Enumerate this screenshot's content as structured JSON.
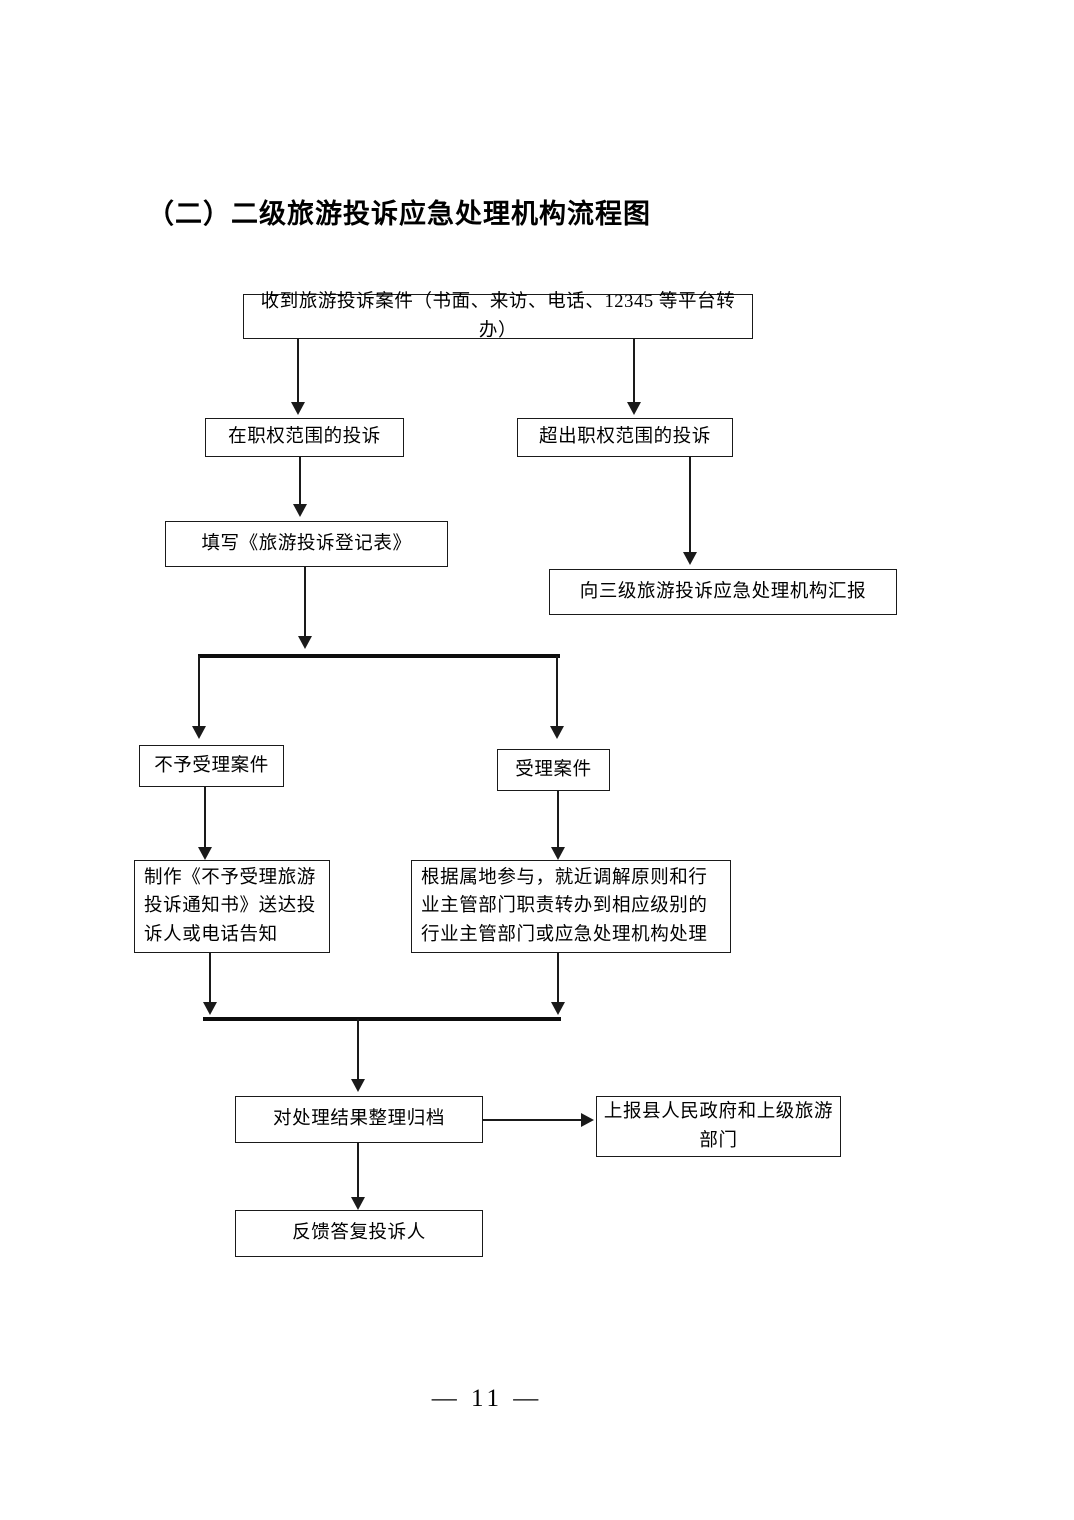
{
  "document": {
    "title": "（二）二级旅游投诉应急处理机构流程图",
    "page_number": "— 11 —"
  },
  "flowchart": {
    "nodes": [
      {
        "id": "intake",
        "label": "收到旅游投诉案件（书面、来访、电话、12345 等平台转办）"
      },
      {
        "id": "in-scope",
        "label": "在职权范围的投诉"
      },
      {
        "id": "out-of-scope",
        "label": "超出职权范围的投诉"
      },
      {
        "id": "register-form",
        "label": "填写《旅游投诉登记表》"
      },
      {
        "id": "report-level3",
        "label": "向三级旅游投诉应急处理机构汇报"
      },
      {
        "id": "rejected-case",
        "label": "不予受理案件"
      },
      {
        "id": "accepted-case",
        "label": "受理案件"
      },
      {
        "id": "rejection-notice",
        "label": "制作《不予受理旅游投诉通知书》送达投诉人或电话告知"
      },
      {
        "id": "transfer-handling",
        "label": "根据属地参与，就近调解原则和行业主管部门职责转办到相应级别的行业主管部门或应急处理机构处理"
      },
      {
        "id": "archive-result",
        "label": "对处理结果整理归档"
      },
      {
        "id": "report-government",
        "label": "上报县人民政府和上级旅游部门"
      },
      {
        "id": "feedback-reply",
        "label": "反馈答复投诉人"
      }
    ],
    "colors": {
      "line": "#1a1a1a",
      "box_border": "#1a1a1a",
      "background": "#ffffff",
      "text": "#000000"
    }
  }
}
